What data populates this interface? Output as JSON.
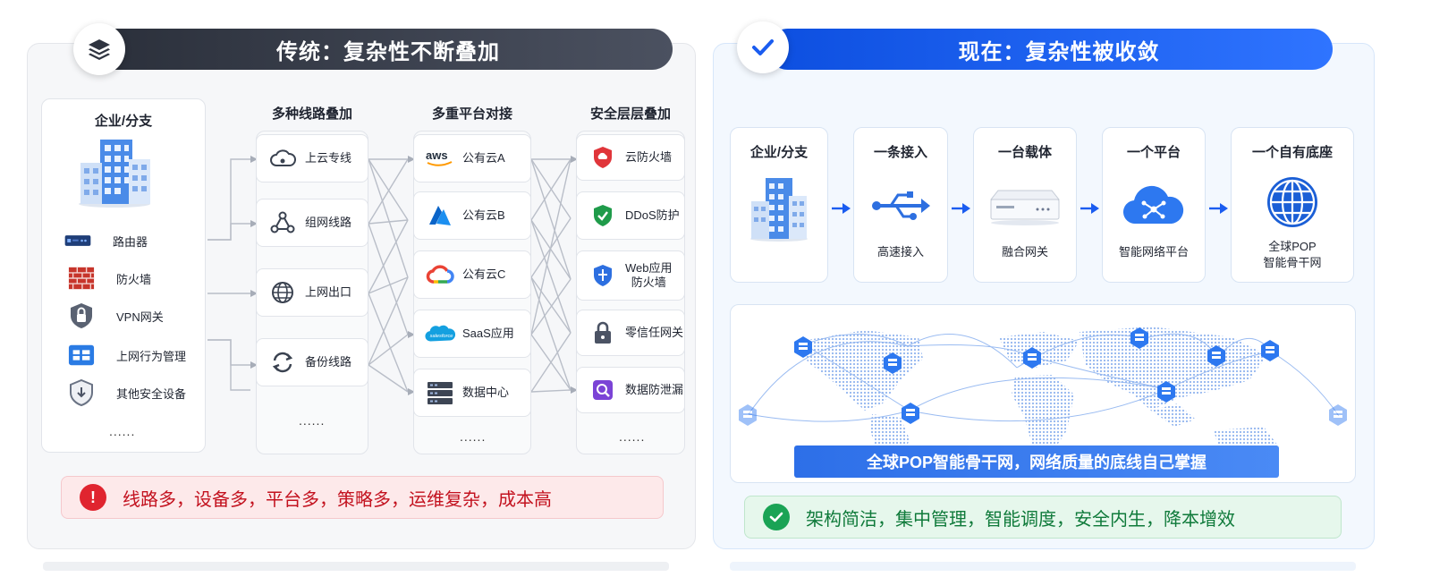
{
  "left": {
    "banner_title": "传统：复杂性不断叠加",
    "branch": {
      "title": "企业/分支",
      "items": [
        {
          "label": "路由器",
          "icon": "router-icon"
        },
        {
          "label": "防火墙",
          "icon": "firewall-icon"
        },
        {
          "label": "VPN网关",
          "icon": "vpn-gateway-icon"
        },
        {
          "label": "上网行为管理",
          "icon": "behavior-management-icon"
        },
        {
          "label": "其他安全设备",
          "icon": "security-device-icon"
        }
      ],
      "more": "......"
    },
    "columns": [
      {
        "title": "多种线路叠加",
        "items": [
          {
            "label": "上云专线",
            "icon": "cloud-link-icon"
          },
          {
            "label": "组网线路",
            "icon": "network-topology-icon"
          },
          {
            "label": "上网出口",
            "icon": "globe-icon"
          },
          {
            "label": "备份线路",
            "icon": "backup-sync-icon"
          }
        ],
        "more": "......"
      },
      {
        "title": "多重平台对接",
        "items": [
          {
            "label": "公有云A",
            "icon": "aws-logo-icon"
          },
          {
            "label": "公有云B",
            "icon": "azure-logo-icon"
          },
          {
            "label": "公有云C",
            "icon": "google-cloud-logo-icon"
          },
          {
            "label": "SaaS应用",
            "icon": "salesforce-logo-icon"
          },
          {
            "label": "数据中心",
            "icon": "server-rack-icon"
          }
        ],
        "more": "......"
      },
      {
        "title": "安全层层叠加",
        "items": [
          {
            "label": "云防火墙",
            "icon": "cloud-firewall-icon"
          },
          {
            "label": "DDoS防护",
            "icon": "ddos-shield-icon"
          },
          {
            "label": "Web应用\n防火墙",
            "icon": "waf-shield-icon"
          },
          {
            "label": "零信任网关",
            "icon": "lock-icon"
          },
          {
            "label": "数据防泄漏",
            "icon": "data-leak-icon"
          }
        ],
        "more": "......"
      }
    ],
    "alert": {
      "icon": "!",
      "text": "线路多，设备多，平台多，策略多，运维复杂，成本高"
    },
    "colors": {
      "alert_red": "#e0242f",
      "banner_dark": "#2a2f3a"
    }
  },
  "right": {
    "banner_title": "现在：复杂性被收敛",
    "steps": [
      {
        "title": "企业/分支",
        "label": "",
        "icon": "office-building-icon"
      },
      {
        "title": "一条接入",
        "label": "高速接入",
        "icon": "usb-connect-icon"
      },
      {
        "title": "一台载体",
        "label": "融合网关",
        "icon": "gateway-device-icon"
      },
      {
        "title": "一个平台",
        "label": "智能网络平台",
        "icon": "cloud-network-icon"
      },
      {
        "title": "一个自有底座",
        "label": "全球POP\n智能骨干网",
        "icon": "globe-icon"
      }
    ],
    "map_caption": "全球POP智能骨干网，网络质量的底线自己掌握",
    "alert": {
      "text": "架构简洁，集中管理，智能调度，安全内生，降本增效"
    },
    "colors": {
      "banner_blue": "#1a5cf0",
      "alert_green": "#1aa355"
    }
  }
}
